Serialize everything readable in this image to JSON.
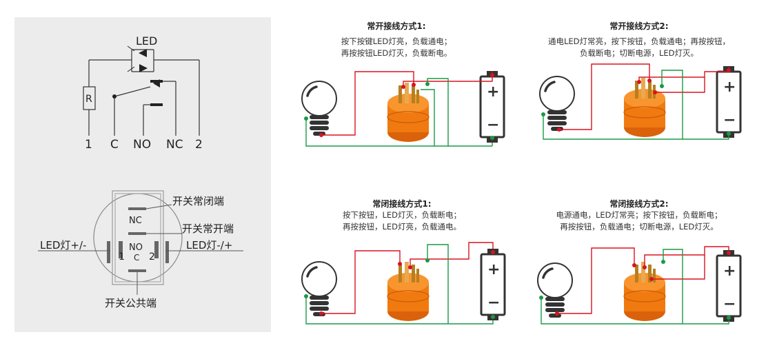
{
  "colors": {
    "wire_red": "#d9131f",
    "wire_green": "#199a45",
    "switch_orange": "#f07a10",
    "panel_bg": "#ececec",
    "line": "#333333"
  },
  "schematic": {
    "led_label": "LED",
    "r_label": "R",
    "terminals": [
      "1",
      "C",
      "NO",
      "NC",
      "2"
    ]
  },
  "pinout": {
    "nc_mark": "NC",
    "no_mark": "NO",
    "c_mark": "C",
    "pin1_mark": "1",
    "pin2_mark": "2",
    "label_nc": "开关常闭端",
    "label_no": "开关常开端",
    "label_led_left": "LED灯+/-",
    "label_led_right": "LED灯-/+",
    "label_common": "开关公共端"
  },
  "panels": [
    {
      "title": "常开接线方式1:",
      "lines": [
        "按下按键LED灯亮，负载通电；",
        "再按按钮LED灯灭，负载断电。"
      ]
    },
    {
      "title": "常开接线方式2:",
      "lines": [
        "通电LED灯常亮，按下按钮，负载通电；再按按钮，",
        "负载断电；切断电源，LED灯灭。"
      ]
    },
    {
      "title": "常闭接线方式1:",
      "lines": [
        "按下按钮，LED灯灭，负载断电；",
        "再按按钮，LED灯亮，负载通电。"
      ]
    },
    {
      "title": "常闭接线方式2:",
      "lines": [
        "电源通电，LED灯常亮；按下按钮，负载断电；",
        "再按按钮，负载通电；切断电源，LED灯灭。"
      ]
    }
  ],
  "battery": {
    "plus": "+",
    "minus": "−"
  }
}
